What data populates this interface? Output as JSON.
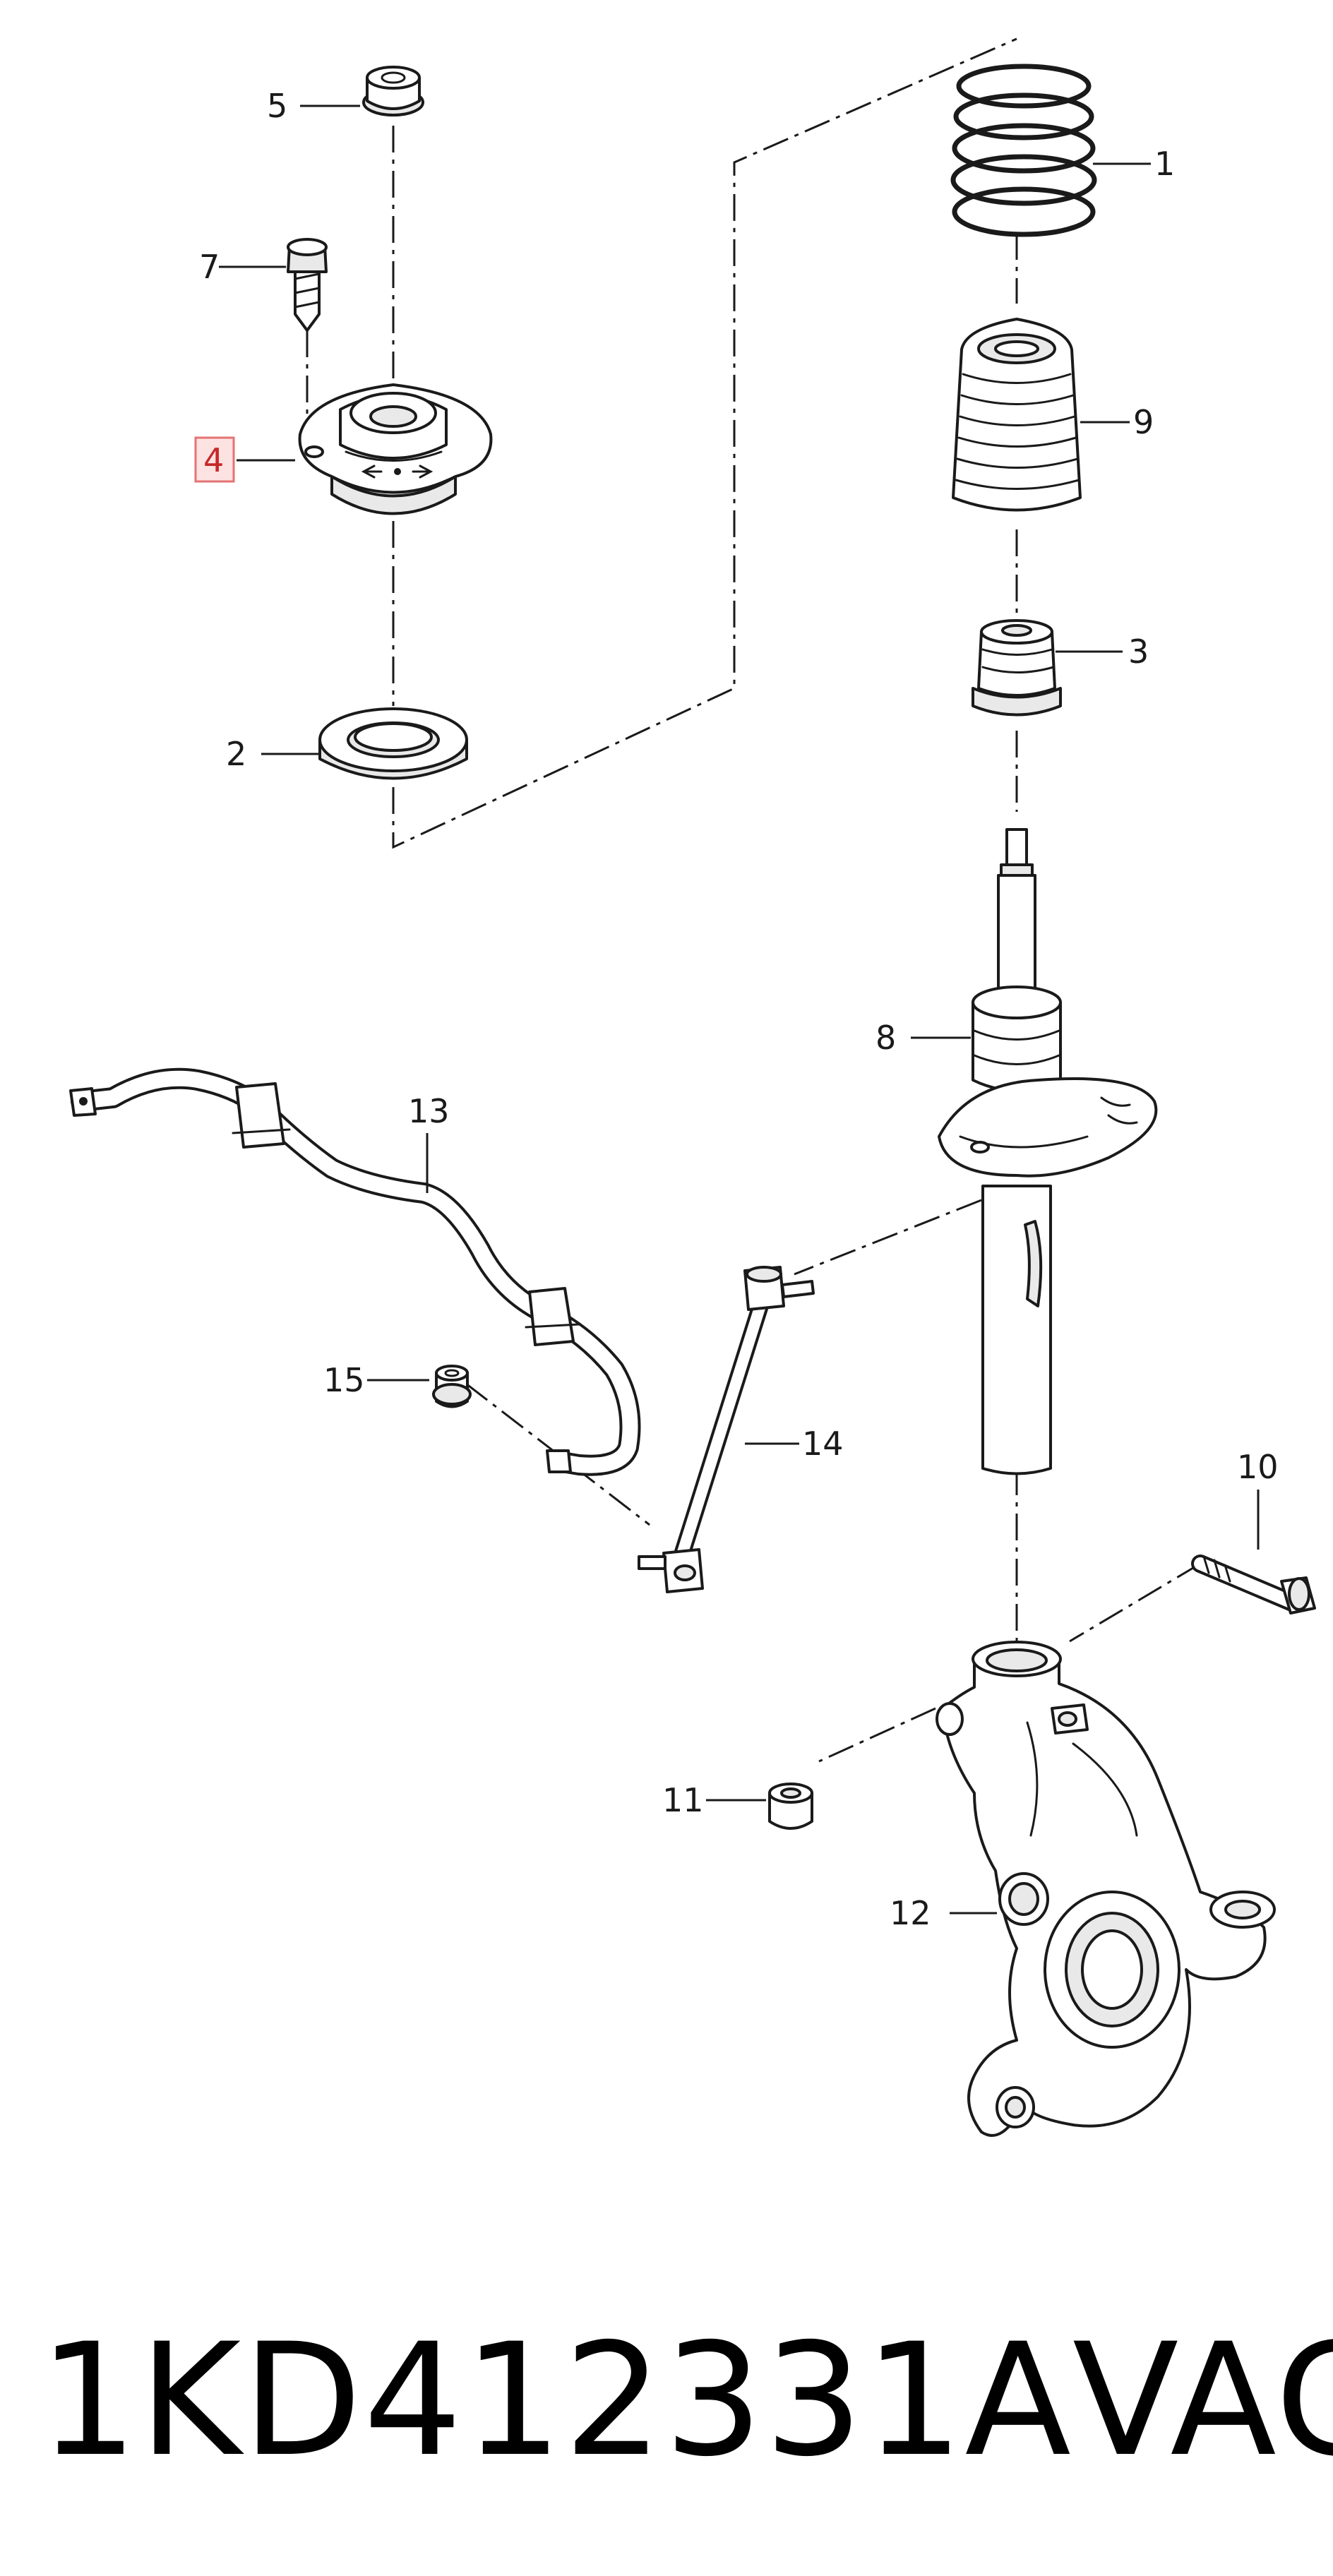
{
  "callouts": {
    "c1": "1",
    "c2": "2",
    "c3": "3",
    "c4": "4",
    "c5": "5",
    "c7": "7",
    "c8": "8",
    "c9": "9",
    "c10": "10",
    "c11": "11",
    "c12": "12",
    "c13": "13",
    "c14": "14",
    "c15": "15"
  },
  "highlighted_callout": "4",
  "footer": {
    "part_number": "1KD412331A",
    "brand": "VAG"
  },
  "colors": {
    "line": "#1a1a1a",
    "highlight_fill": "#fde2e2",
    "highlight_stroke": "#e57373"
  }
}
